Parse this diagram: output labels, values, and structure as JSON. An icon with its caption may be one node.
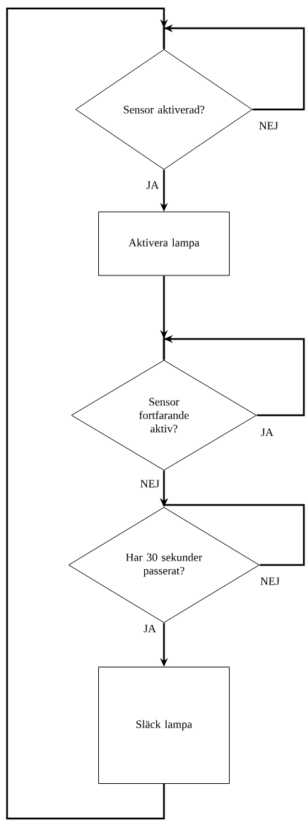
{
  "diagram": {
    "nodes": [
      {
        "text": [
          "Sensor aktiverad?"
        ]
      },
      {
        "text": [
          "Aktivera lampa"
        ]
      },
      {
        "text": [
          "Sensor fortfarande aktiv?"
        ]
      },
      {
        "text": [
          "Har 30 sekunder passerat?"
        ]
      },
      {
        "text": [
          "Släck lampa"
        ]
      }
    ],
    "edges": [
      {
        "from": 0,
        "to": 0,
        "arrow": "to",
        "label": "NEJ"
      },
      {
        "from": 0,
        "to": 1,
        "arrow": "to",
        "label": "JA"
      },
      {
        "from": 1,
        "to": 2,
        "arrow": "to"
      },
      {
        "from": 2,
        "to": 2,
        "arrow": "to",
        "label": "JA"
      },
      {
        "from": 2,
        "to": 3,
        "arrow": "to",
        "label": "NEJ"
      },
      {
        "from": 3,
        "to": 3,
        "arrow": "to",
        "label": "NEJ"
      },
      {
        "from": 3,
        "to": 4,
        "arrow": "to",
        "label": "JA"
      },
      {
        "from": 4,
        "to": 0,
        "arrow": "to"
      }
    ]
  }
}
